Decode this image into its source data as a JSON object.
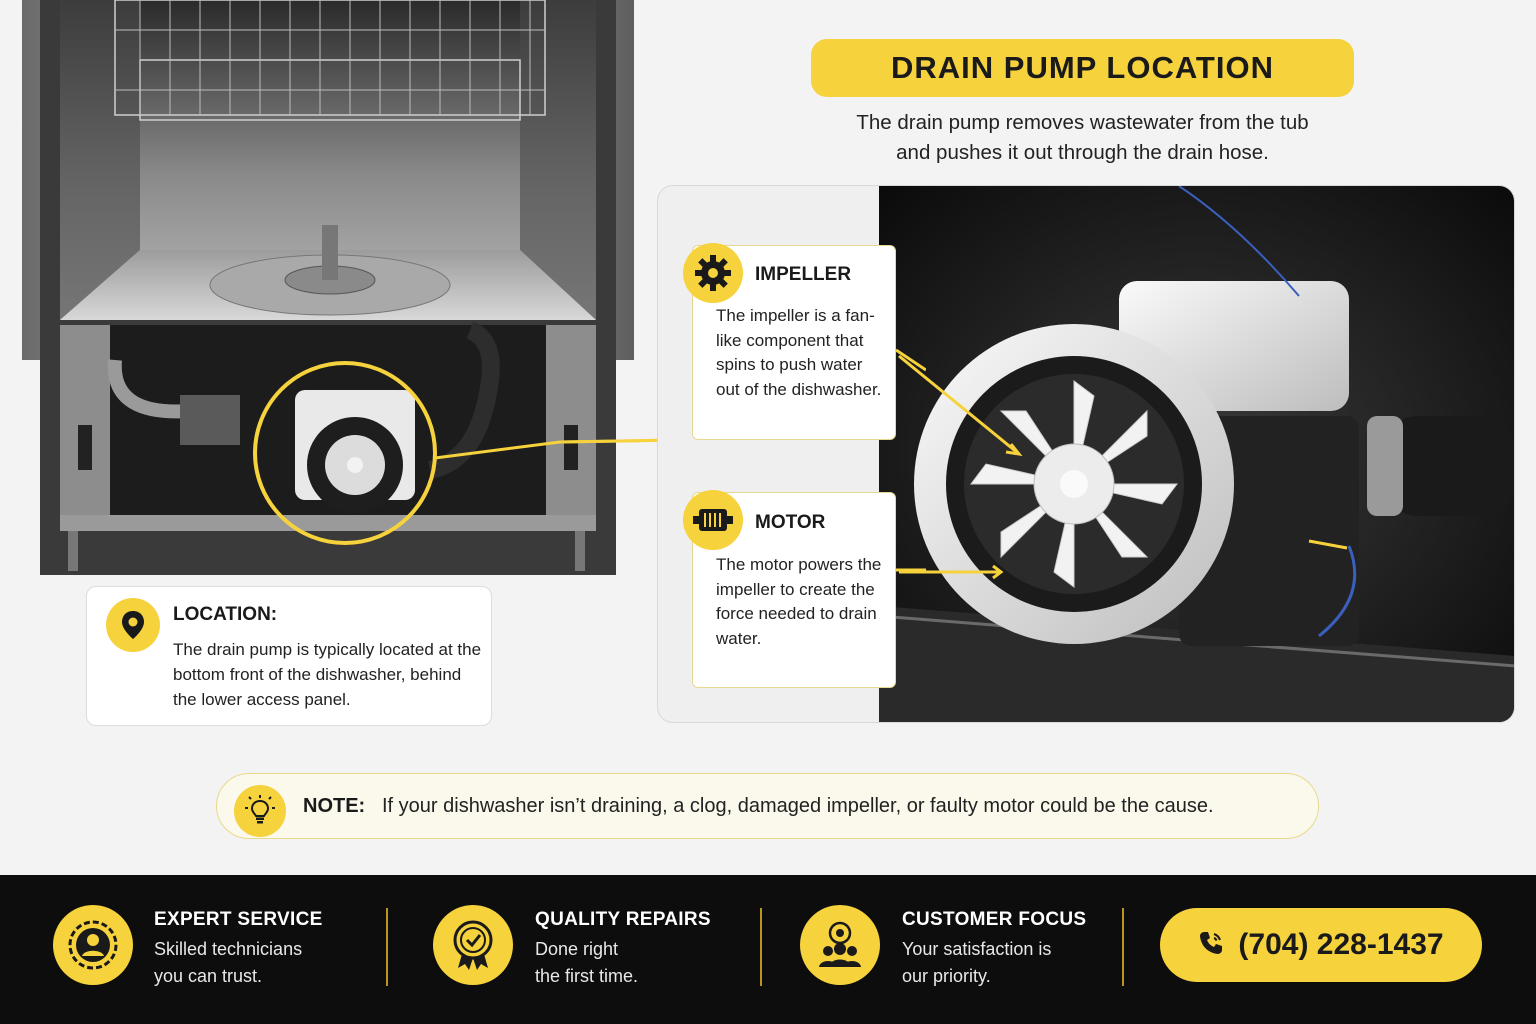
{
  "header": {
    "title": "DRAIN PUMP LOCATION",
    "subtitle_line1": "The drain pump removes wastewater from the tub",
    "subtitle_line2": "and pushes it out through the drain hose."
  },
  "location": {
    "title": "LOCATION:",
    "text": "The drain pump is typically located at the bottom front of the dishwasher, behind the lower access panel.",
    "icon": "map-pin-icon"
  },
  "callouts": [
    {
      "title": "IMPELLER",
      "text": "The impeller is a fan-like component that spins to push water out of the dishwasher.",
      "icon": "gear-icon"
    },
    {
      "title": "MOTOR",
      "text": "The motor powers the impeller to create the force needed to drain water.",
      "icon": "motor-icon"
    }
  ],
  "note": {
    "label": "NOTE:",
    "text": "If your dishwasher isn’t draining, a clog, damaged impeller, or faulty motor could be the cause.",
    "icon": "lightbulb-icon"
  },
  "footer": {
    "features": [
      {
        "title": "EXPERT SERVICE",
        "line1": "Skilled technicians",
        "line2": "you can trust.",
        "icon": "technician-badge-icon"
      },
      {
        "title": "QUALITY REPAIRS",
        "line1": "Done right",
        "line2": "the first time.",
        "icon": "quality-seal-icon"
      },
      {
        "title": "CUSTOMER FOCUS",
        "line1": "Your satisfaction is",
        "line2": "our priority.",
        "icon": "customer-target-icon"
      }
    ],
    "phone": "(704) 228-1437",
    "phone_icon": "phone-icon"
  },
  "colors": {
    "accent": "#f6d23d",
    "footer_bg": "#0d0d0d",
    "page_bg": "#f3f3f3"
  }
}
